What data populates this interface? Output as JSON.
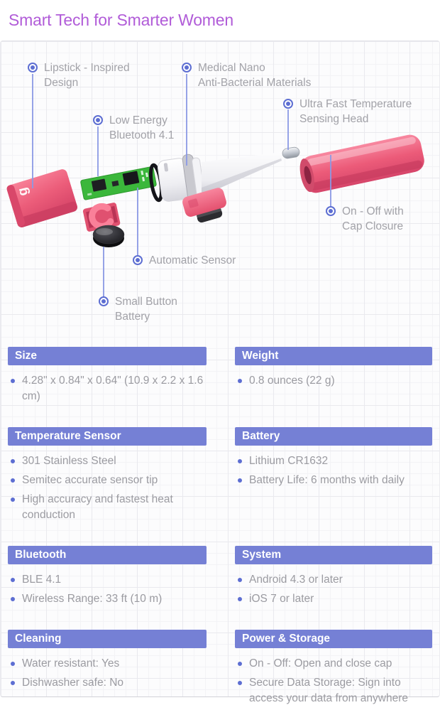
{
  "header": {
    "title": "Smart Tech for Smarter Women"
  },
  "diagram": {
    "callouts": [
      {
        "id": "lipstick-design",
        "label": "Lipstick - Inspired\nDesign"
      },
      {
        "id": "medical-materials",
        "label": "Medical Nano\nAnti-Bacterial Materials"
      },
      {
        "id": "low-energy-bt",
        "label": "Low Energy\nBluetooth 4.1"
      },
      {
        "id": "ultra-fast-head",
        "label": "Ultra Fast Temperature\nSensing Head"
      },
      {
        "id": "on-off-cap",
        "label": "On - Off with\nCap Closure"
      },
      {
        "id": "automatic-sensor",
        "label": "Automatic Sensor"
      },
      {
        "id": "small-battery",
        "label": "Small Button\nBattery"
      }
    ],
    "device_parts": [
      "pink-cap",
      "circuit-board",
      "o-ring",
      "retainer-clip",
      "coin-battery",
      "probe-body",
      "usb-connector",
      "metal-tip",
      "pink-tube-cover"
    ]
  },
  "specs": {
    "size": {
      "title": "Size",
      "items": [
        "4.28\" x 0.84\" x 0.64\" (10.9 x 2.2 x 1.6 cm)"
      ]
    },
    "weight": {
      "title": "Weight",
      "items": [
        "0.8 ounces (22 g)"
      ]
    },
    "temperature_sensor": {
      "title": "Temperature Sensor",
      "items": [
        "301 Stainless Steel",
        "Semitec accurate sensor tip",
        "High accuracy and fastest heat conduction"
      ]
    },
    "battery": {
      "title": "Battery",
      "items": [
        "Lithium CR1632",
        "Battery Life: 6 months with daily"
      ]
    },
    "bluetooth": {
      "title": "Bluetooth",
      "items": [
        "BLE 4.1",
        "Wireless Range: 33 ft (10 m)"
      ]
    },
    "system": {
      "title": "System",
      "items": [
        "Android 4.3 or later",
        "iOS 7 or later"
      ]
    },
    "cleaning": {
      "title": "Cleaning",
      "items": [
        "Water resistant: Yes",
        "Dishwasher safe: No"
      ]
    },
    "power_storage": {
      "title": "Power & Storage",
      "items": [
        "On - Off: Open and close cap",
        "Secure Data Storage: Sign into access your data from anywhere"
      ]
    }
  },
  "colors": {
    "title_purple": "#b15cd8",
    "accent_periwinkle": "#5d6ed2",
    "header_band": "#7580d5",
    "device_pink": "#ee5f7d",
    "pcb_green": "#3bb73b",
    "body_text_gray": "#9b9ba1"
  }
}
